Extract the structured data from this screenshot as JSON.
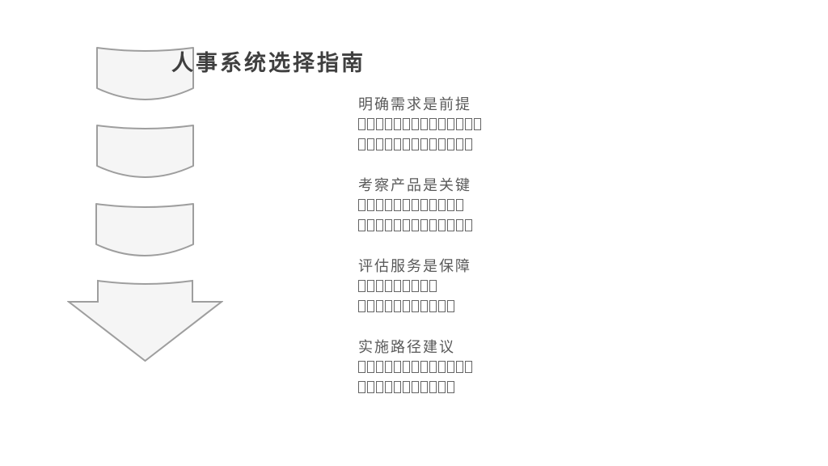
{
  "slide": {
    "title": "人事系统选择指南"
  },
  "colors": {
    "background": "#ffffff",
    "title_text": "#3f3f3f",
    "heading_text": "#595959",
    "placeholder_box_border": "#646464",
    "shape_fill": "#f5f5f5",
    "shape_stroke": "#9e9e9e"
  },
  "diagram": {
    "left_column_shapes": [
      "cylinder-segment",
      "cylinder-segment",
      "cylinder-segment",
      "down-arrow"
    ]
  },
  "sections": [
    {
      "heading": "明确需求是前提",
      "desc_note": "body text unrendered - shown as missing-glyph boxes",
      "desc_placeholder_box_counts": [
        14,
        13
      ]
    },
    {
      "heading": "考察产品是关键",
      "desc_note": "body text unrendered - shown as missing-glyph boxes",
      "desc_placeholder_box_counts": [
        12,
        13
      ]
    },
    {
      "heading": "评估服务是保障",
      "desc_note": "body text unrendered - shown as missing-glyph boxes",
      "desc_placeholder_box_counts": [
        9,
        11
      ]
    },
    {
      "heading": "实施路径建议",
      "desc_note": "body text unrendered - shown as missing-glyph boxes",
      "desc_placeholder_box_counts": [
        13,
        11
      ]
    }
  ]
}
